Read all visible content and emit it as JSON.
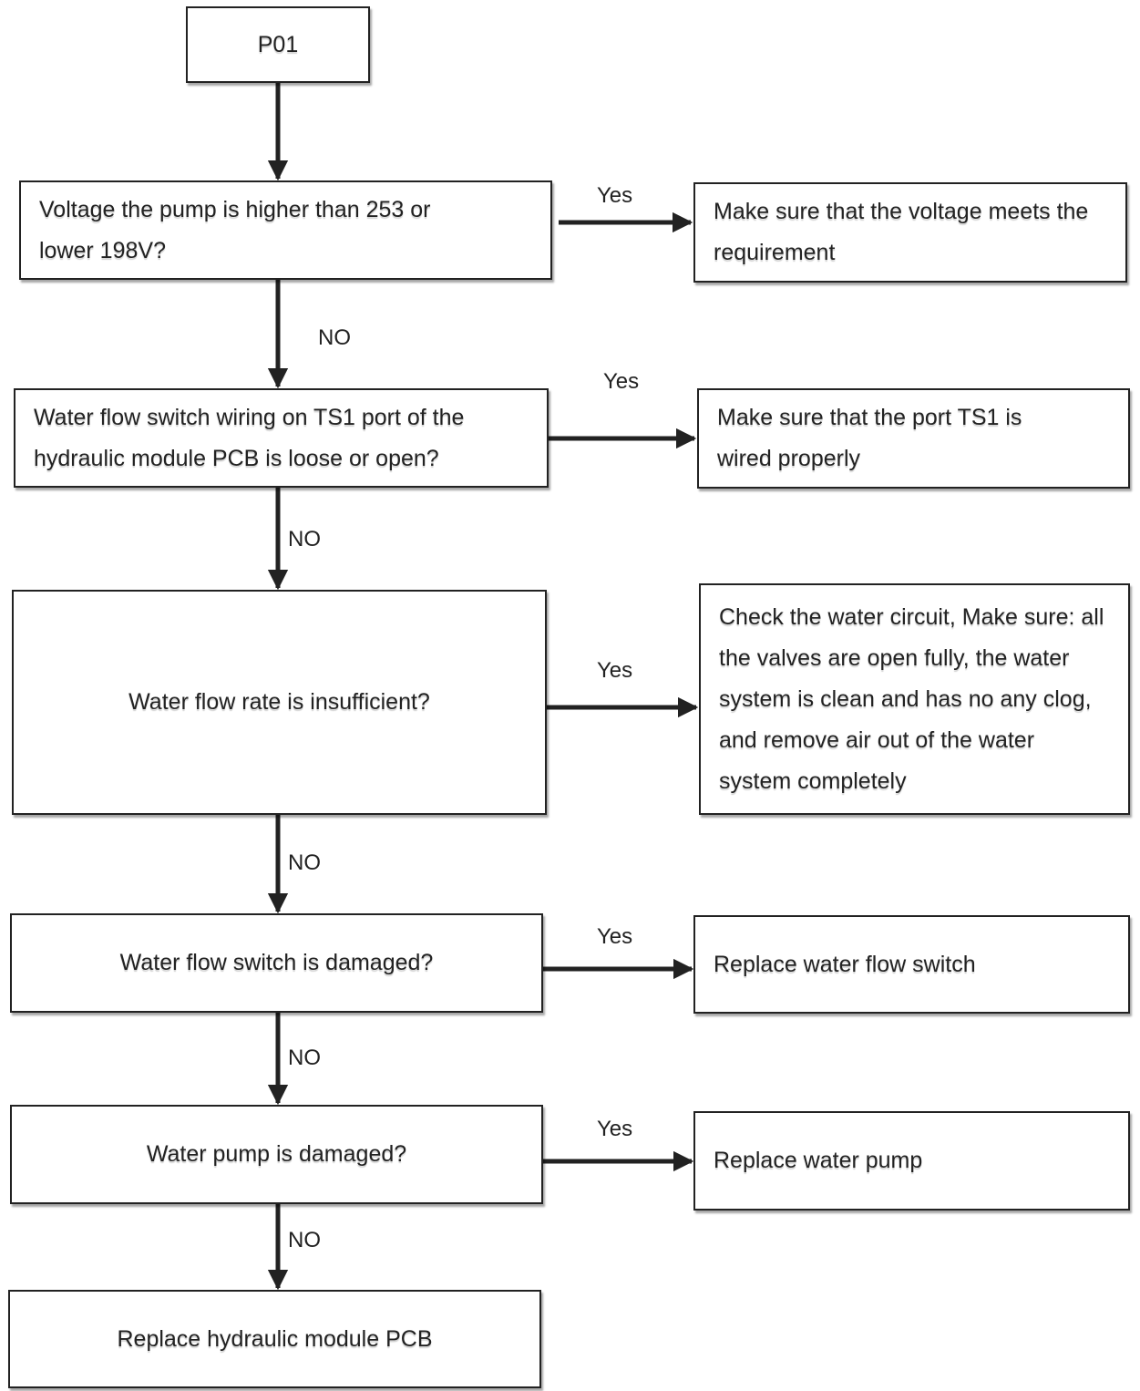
{
  "flowchart": {
    "start": "P01",
    "steps": [
      {
        "question": "Voltage the pump is higher than 253 or lower 198V?",
        "yes_label": "Yes",
        "yes_action": "Make sure that the voltage meets the requirement",
        "no_label": "NO"
      },
      {
        "question": "Water flow switch wiring on TS1 port of the hydraulic module PCB is loose or open?",
        "yes_label": "Yes",
        "yes_action": "Make sure that the port TS1 is wired properly",
        "no_label": "NO"
      },
      {
        "question": "Water flow rate is insufficient?",
        "yes_label": "Yes",
        "yes_action": "Check the water circuit, Make sure: all the valves are open fully, the water system is clean and has no any clog, and remove air out of the water system completely",
        "no_label": "NO"
      },
      {
        "question": "Water flow switch is damaged?",
        "yes_label": "Yes",
        "yes_action": "Replace water flow switch",
        "no_label": "NO"
      },
      {
        "question": "Water pump is damaged?",
        "yes_label": "Yes",
        "yes_action": "Replace water pump",
        "no_label": "NO"
      }
    ],
    "end": "Replace hydraulic module PCB"
  }
}
